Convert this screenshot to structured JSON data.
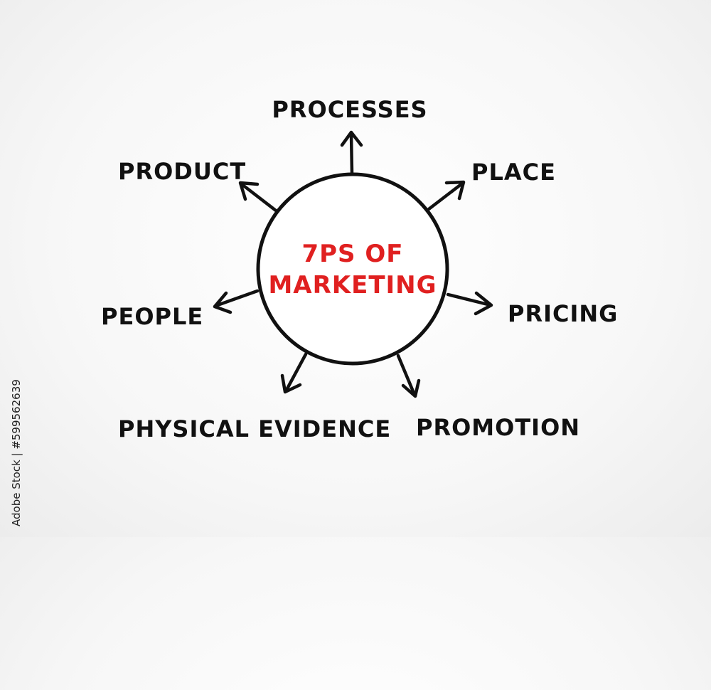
{
  "center": {
    "line1": "7PS OF",
    "line2": "MARKETING",
    "color": "#e02020"
  },
  "labels": {
    "processes": "PROCESSES",
    "place": "PLACE",
    "pricing": "PRICING",
    "promotion": "PROMOTION",
    "physical_evidence": "PHYSICAL EVIDENCE",
    "people": "PEOPLE",
    "product": "PRODUCT"
  },
  "watermark": "Adobe Stock | #599562639"
}
